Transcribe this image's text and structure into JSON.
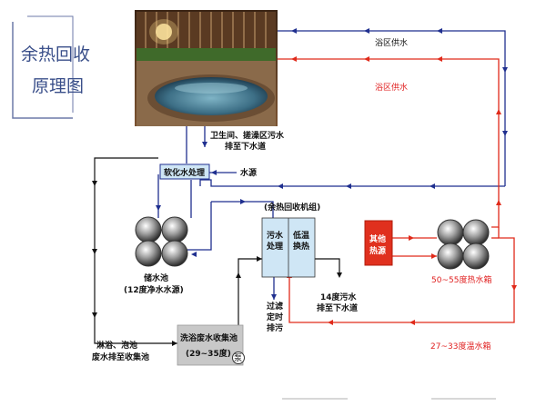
{
  "title": {
    "line1": "余热回收",
    "line2": "原理图"
  },
  "labels": {
    "bath_supply_blue": "浴区供水",
    "bath_supply_red": "浴区供水",
    "toilet_drain_1": "卫生间、搓澡区污水",
    "toilet_drain_2": "排至下水道",
    "softener": "软化水处理",
    "water_source": "水源",
    "recovery_unit": "(余热回收机组)",
    "sewage_treatment_1": "污水",
    "sewage_treatment_2": "处理",
    "low_temp_1": "低温",
    "low_temp_2": "换热",
    "other_heat_1": "其他",
    "other_heat_2": "热源",
    "storage_tank": "储水池",
    "storage_temp": "(12度净水水源)",
    "hot_tank": "50~55度热水箱",
    "filter_1": "过滤",
    "filter_2": "定时",
    "filter_3": "排污",
    "sewage_out_1": "14度污水",
    "sewage_out_2": "排至下水道",
    "shower_1": "淋浴、泡池",
    "shower_2": "废水排至收集池",
    "collection_1": "洗浴废水收集池",
    "collection_2": "(29~35度)",
    "pump": "泵",
    "warm_tank": "27~33度温水箱"
  },
  "colors": {
    "supply_line": "#1f2f8f",
    "hot_line": "#e02a1a",
    "title_text": "#3a4f8a",
    "box_fill": "#cfe6f5",
    "heat_source_fill": "#e0301e",
    "collection_fill": "#c8c8c8"
  },
  "icons": {
    "bath_photo": "indoor-bath-pool-photo",
    "storage_tank_icon": "four-cylinder-tank-icon",
    "hot_tank_icon": "four-cylinder-tank-icon",
    "pump_icon": "pump-circle-icon"
  }
}
